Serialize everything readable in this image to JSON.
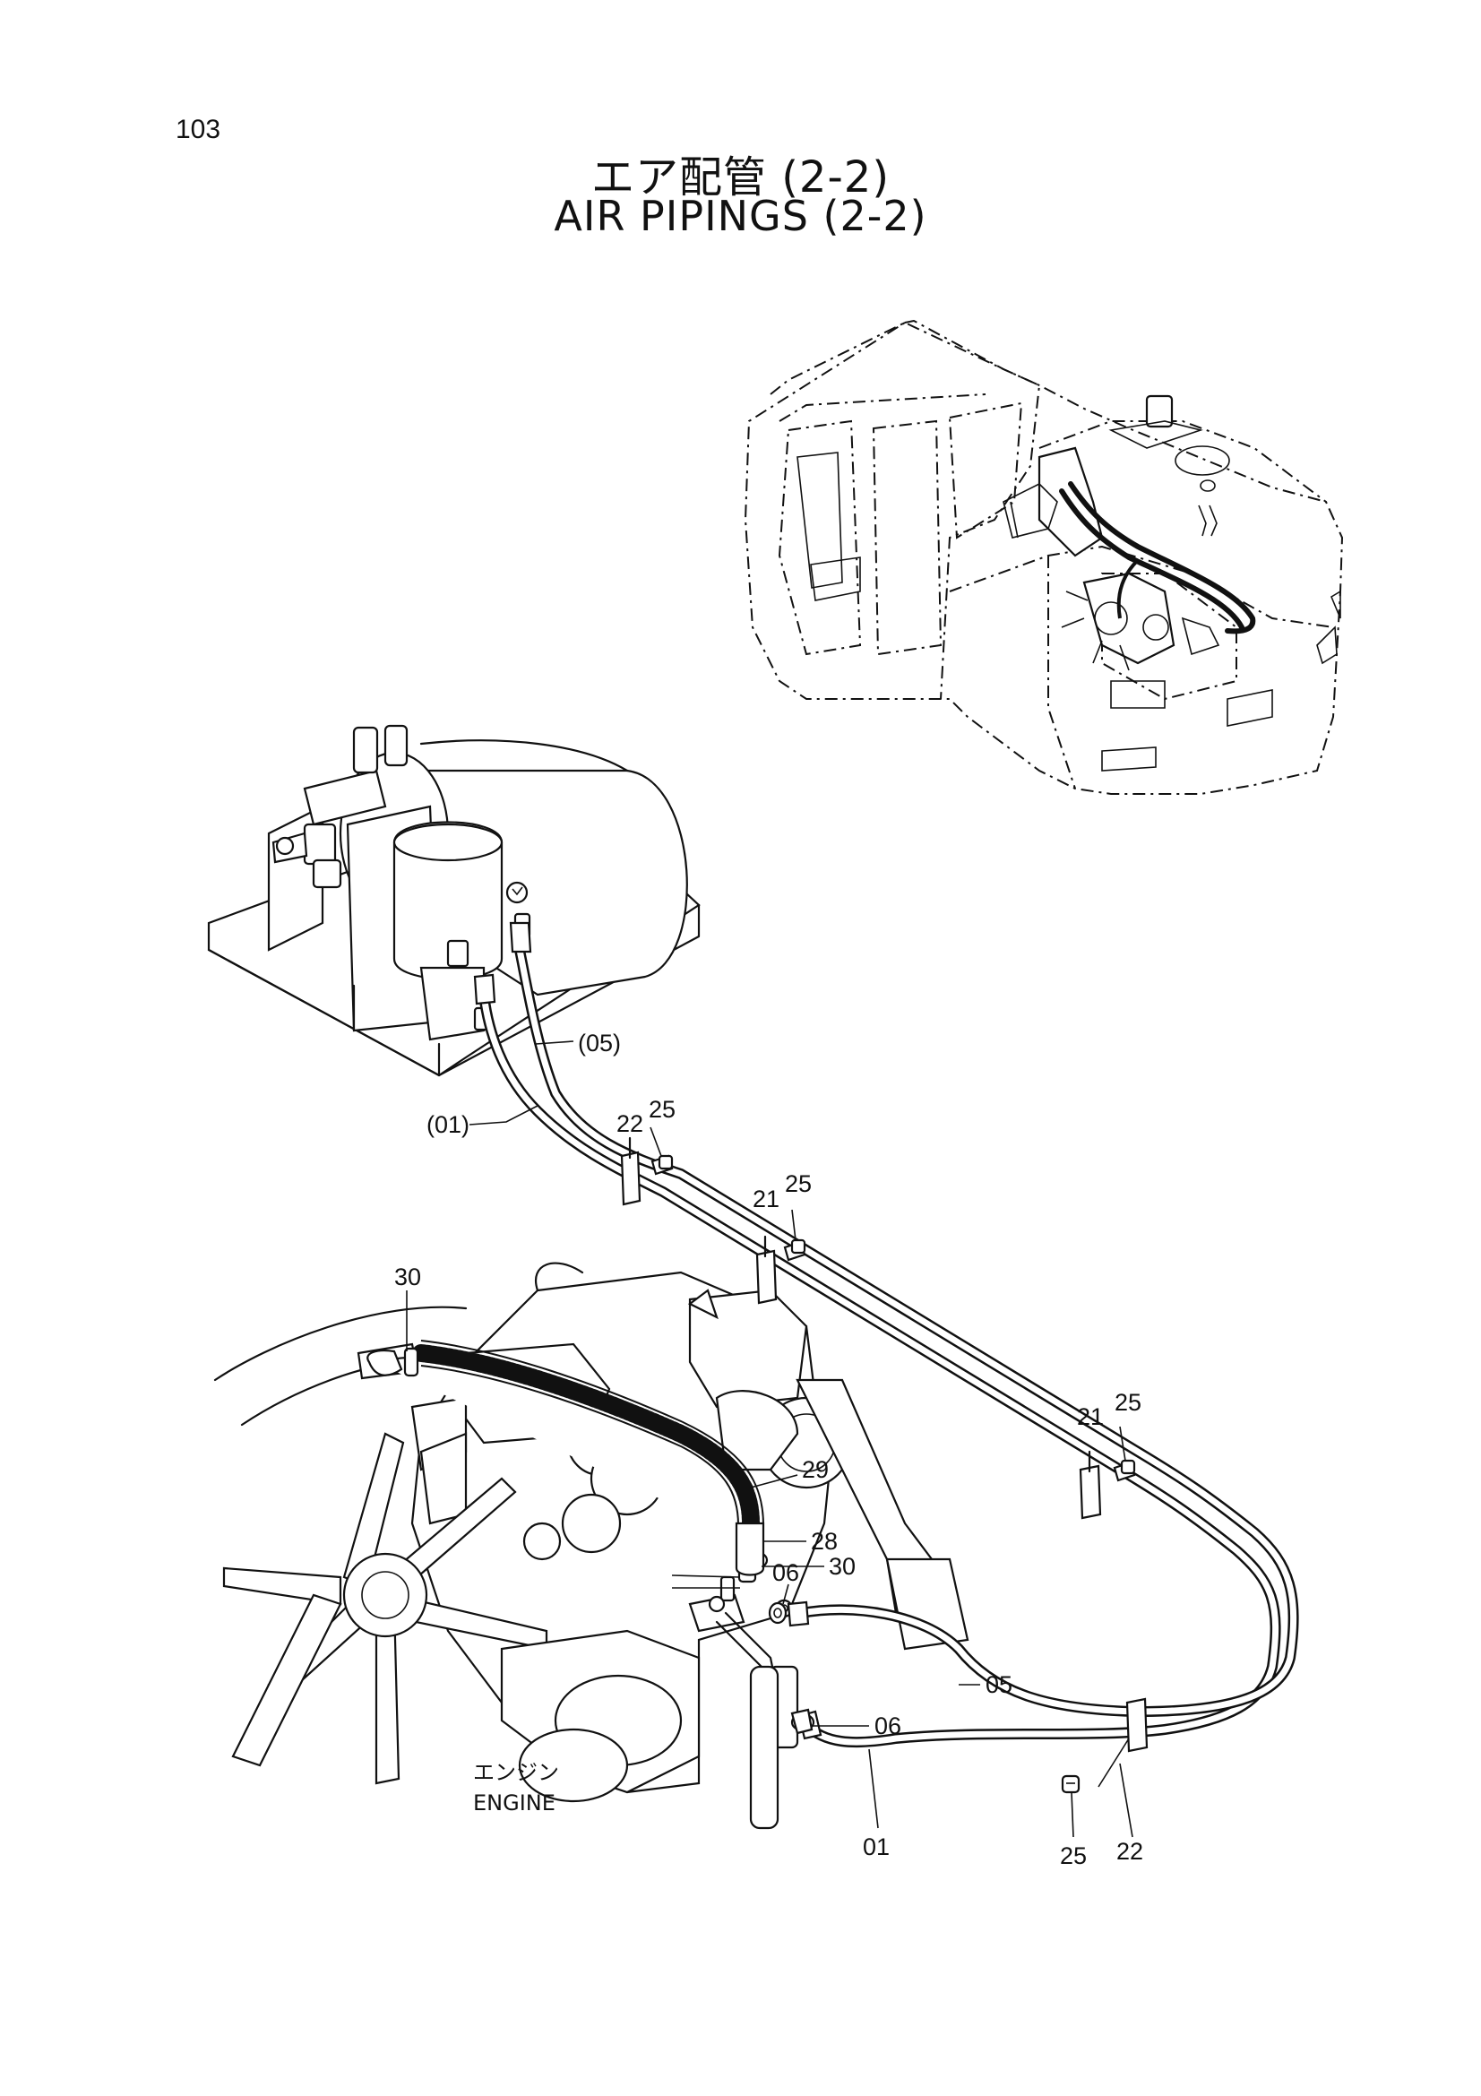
{
  "page": {
    "number": "103",
    "title_jp": "エア配管 (2-2)",
    "title_en": "AIR PIPINGS (2-2)"
  },
  "engine_label": {
    "jp": "エンジン",
    "en": "ENGINE"
  },
  "callouts": {
    "c05_ref": "(05)",
    "c01_ref": "(01)",
    "c22_top": "22",
    "c25_top": "25",
    "c21_mid": "21",
    "c25_mid": "25",
    "c21_right": "21",
    "c25_right": "25",
    "c30_top": "30",
    "c29": "29",
    "c28": "28",
    "c30_mid": "30",
    "c06_top": "06",
    "c05": "05",
    "c06_low": "06",
    "c01": "01",
    "c25_bottom": "25",
    "c22_bottom": "22"
  }
}
